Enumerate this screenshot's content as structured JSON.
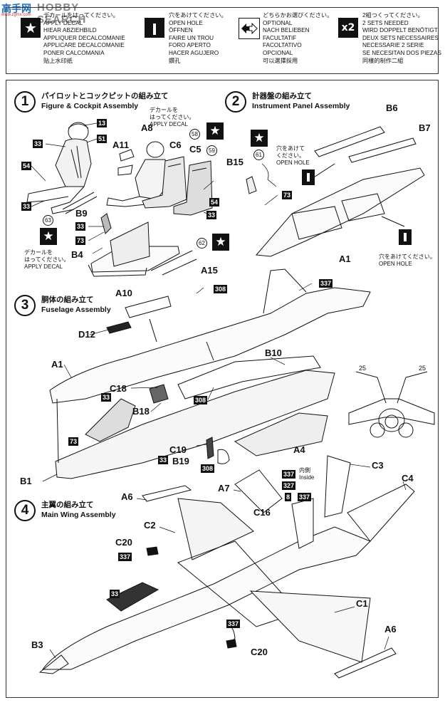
{
  "watermark": {
    "brand": "HOBBY SEARCH",
    "chinese": "高手网",
    "site": "www.zgmx.com"
  },
  "legend": {
    "decal": [
      "デカールをはってください。",
      "APPLY DECAL",
      "HIEAR ABZIEHBILD",
      "APPLIQUER DECALCOMANIE",
      "APPLICARE DECALCOMANIE",
      "PONER CALCOMANIA",
      "贴上水印纸"
    ],
    "hole": [
      "穴をあけてください。",
      "OPEN HOLE",
      "ÖFFNEN",
      "FAIRE UN TROU",
      "FORO APERTO",
      "HACER AGUJERO",
      "鑽孔"
    ],
    "optional": [
      "どちらかお選びください。",
      "OPTIONAL",
      "NACH BELIEBEN",
      "FACULTATIF",
      "FACOLTATIVO",
      "OPCIONAL",
      "可以選擇採用"
    ],
    "x2": [
      "2組つくってください。",
      "2 SETS NEEDED",
      "WIRD DOPPELT BENÖTIGT",
      "DEUX SETS NECESSAIRES",
      "NECESSARIE 2 SERIE",
      "SE NECESITAN DOS PIEZAS",
      "同樣的制作二組"
    ],
    "x2_label": "x2"
  },
  "steps": [
    {
      "num": "1",
      "jp": "パイロットとコックピットの組み立て",
      "en": "Figure & Cockpit Assembly"
    },
    {
      "num": "2",
      "jp": "計器盤の組み立て",
      "en": "Instrument Panel Assembly"
    },
    {
      "num": "3",
      "jp": "胴体の組み立て",
      "en": "Fuselage Assembly"
    },
    {
      "num": "4",
      "jp": "主翼の組み立て",
      "en": "Main Wing Assembly"
    }
  ],
  "notes": {
    "decal_jp1": "デカールを",
    "decal_jp2": "はってください。",
    "decal_en": "APPLY DECAL",
    "hole_jp": "穴をあけて",
    "hole_jp2": "ください。",
    "hole_en": "OPEN HOLE",
    "hole2_jp": "穴をあけてください。",
    "hole2_en": "OPEN HOLE",
    "inside_jp": "内側",
    "inside_en": "Inside"
  },
  "parts": {
    "p_a8": "A8",
    "p_a11": "A11",
    "p_c6": "C6",
    "p_c5": "C5",
    "p_b9": "B9",
    "p_b4": "B4",
    "p_b6": "B6",
    "p_b7": "B7",
    "p_b15": "B15",
    "p_a1a": "A1",
    "p_a15": "A15",
    "p_a10": "A10",
    "p_d12": "D12",
    "p_a1b": "A1",
    "p_b10": "B10",
    "p_c18": "C18",
    "p_b18": "B18",
    "p_c19": "C19",
    "p_b19": "B19",
    "p_a4": "A4",
    "p_b1": "B1",
    "p_a6a": "A6",
    "p_a7": "A7",
    "p_c16": "C16",
    "p_c3": "C3",
    "p_c4": "C4",
    "p_c2": "C2",
    "p_c20a": "C20",
    "p_c1": "C1",
    "p_a6b": "A6",
    "p_b3": "B3",
    "p_c20b": "C20"
  },
  "numbers": {
    "n13": "13",
    "n51": "51",
    "n33a": "33",
    "n54a": "54",
    "n33b": "33",
    "n58": "58",
    "n59": "59",
    "n54b": "54",
    "n33c": "33",
    "n33d": "33",
    "n73a": "73",
    "n63": "63",
    "n62": "62",
    "n61": "61",
    "n73b": "73",
    "n308a": "308",
    "n337a": "337",
    "n33e": "33",
    "n308b": "308",
    "n73c": "73",
    "n33f": "33",
    "n308c": "308",
    "n337b": "337",
    "n327": "327",
    "n8": "8",
    "n337c": "337",
    "n337d": "337",
    "n33g": "33",
    "n337e": "337"
  },
  "angle": {
    "left": "25",
    "right": "25"
  },
  "icons": {
    "decal": "star-icon",
    "hole": "drill-icon",
    "optional": "arrows-icon"
  }
}
